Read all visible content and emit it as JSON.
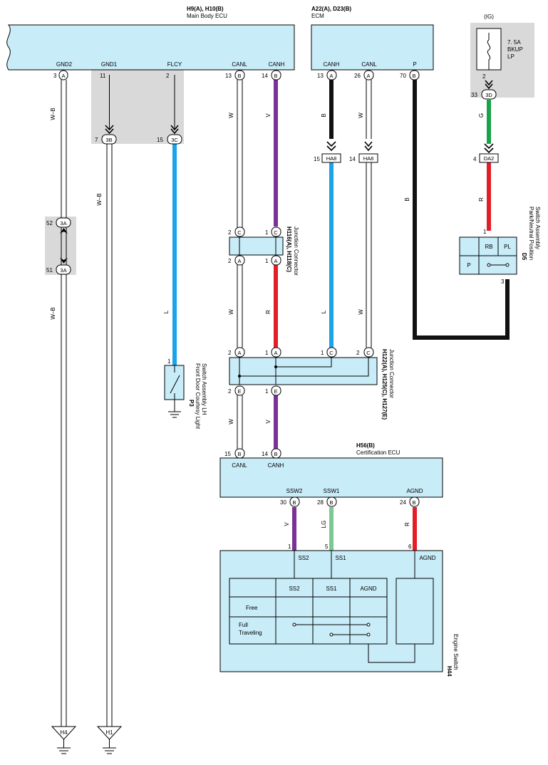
{
  "colors": {
    "box_fill": "#c8ecf8",
    "shade": "#d9d9d9",
    "black": "#111111",
    "violet": "#7a3296",
    "red": "#e21f26",
    "blue": "#1aa3e8",
    "green": "#16a34a",
    "light_green": "#7cc891",
    "white_wire": "#ffffff"
  },
  "components": {
    "main_body_ecu": {
      "code": "H9(A), H10(B)",
      "name": "Main Body ECU",
      "pins": {
        "gnd2": "GND2",
        "gnd1": "GND1",
        "flcy": "FLCY",
        "canl": "CANL",
        "canh": "CANH"
      }
    },
    "ecm": {
      "code": "A22(A), D23(B)",
      "name": "ECM",
      "pins": {
        "canh": "CANH",
        "canl": "CANL",
        "p": "P"
      }
    },
    "fuse": {
      "supply": "(IG)",
      "line1": "7. 5A",
      "line2": "BKUP",
      "line3": "LP"
    },
    "jc_h116": {
      "code": "H116(A), H118(C)",
      "name": "Junction Connector"
    },
    "jc_h122": {
      "code": "H122(A), H125(C), H127(E)",
      "name": "Junction Connector"
    },
    "park_switch": {
      "code": "D5",
      "name1": "Park/Neutral Position",
      "name2": "Switch Assembly",
      "labels": {
        "rb": "RB",
        "pl": "PL",
        "p": "P"
      }
    },
    "door_switch": {
      "code": "P3",
      "name1": "Front Door Courtesy Light",
      "name2": "Switch Assembly LH"
    },
    "cert_ecu": {
      "code": "H56(B)",
      "name": "Certification ECU",
      "pins": {
        "canl": "CANL",
        "canh": "CANH",
        "ssw2": "SSW2",
        "ssw1": "SSW1",
        "agnd": "AGND"
      }
    },
    "engine_switch": {
      "code": "H44",
      "name": "Engine Switch",
      "pins": {
        "ss2": "SS2",
        "ss1": "SS1",
        "agnd": "AGND"
      },
      "table": {
        "headers": [
          "SS2",
          "SS1",
          "AGND"
        ],
        "rows": [
          "Free",
          "Full",
          "Traveling"
        ]
      }
    },
    "grounds": {
      "h4": "H4",
      "h1": "H1"
    }
  },
  "connectors": {
    "c3a": "3",
    "a": "A",
    "c11": "11",
    "c2": "2",
    "c13": "13",
    "c14": "14",
    "b": "B",
    "c26": "26",
    "c70": "70",
    "c33": "33",
    "d3": "3D",
    "c7": "7",
    "b3": "3B",
    "c15": "15",
    "c3c": "3C",
    "ha8": "HA8",
    "c4": "4",
    "da2": "DA2",
    "c1": "1",
    "c52": "52",
    "a3": "3A",
    "c51": "51",
    "c": "C",
    "e": "E",
    "c30": "30",
    "c28": "28",
    "c24": "24",
    "c5": "5",
    "c6": "6"
  },
  "wires": {
    "w_b": "W–B",
    "w": "W",
    "v": "V",
    "r": "R",
    "l": "L",
    "b": "B",
    "g": "G",
    "lg": "LG"
  }
}
